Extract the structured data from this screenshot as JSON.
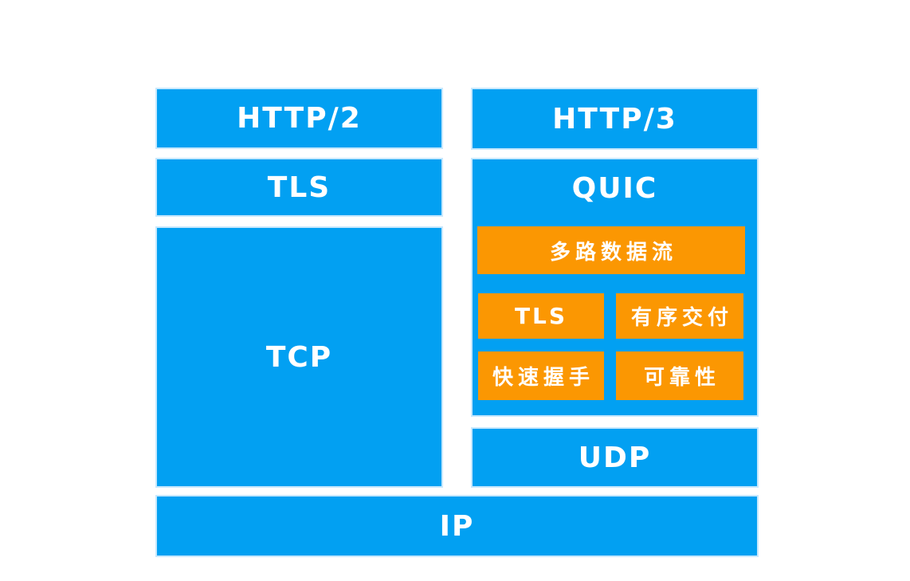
{
  "colors": {
    "background": "#ffffff",
    "box_blue": "#02a0f2",
    "box_orange": "#fb9702",
    "label_white": "#ffffff"
  },
  "left_stack": {
    "http2_label": "HTTP/2",
    "tls_label": "TLS",
    "tcp_label": "TCP"
  },
  "right_stack": {
    "http3_label": "HTTP/3",
    "quic_label": "QUIC",
    "quic_features": {
      "multiplexed_streams": "多路数据流",
      "tls": "TLS",
      "ordered_delivery": "有序交付",
      "fast_handshake": "快速握手",
      "reliability": "可靠性"
    },
    "udp_label": "UDP"
  },
  "shared": {
    "ip_label": "IP"
  }
}
